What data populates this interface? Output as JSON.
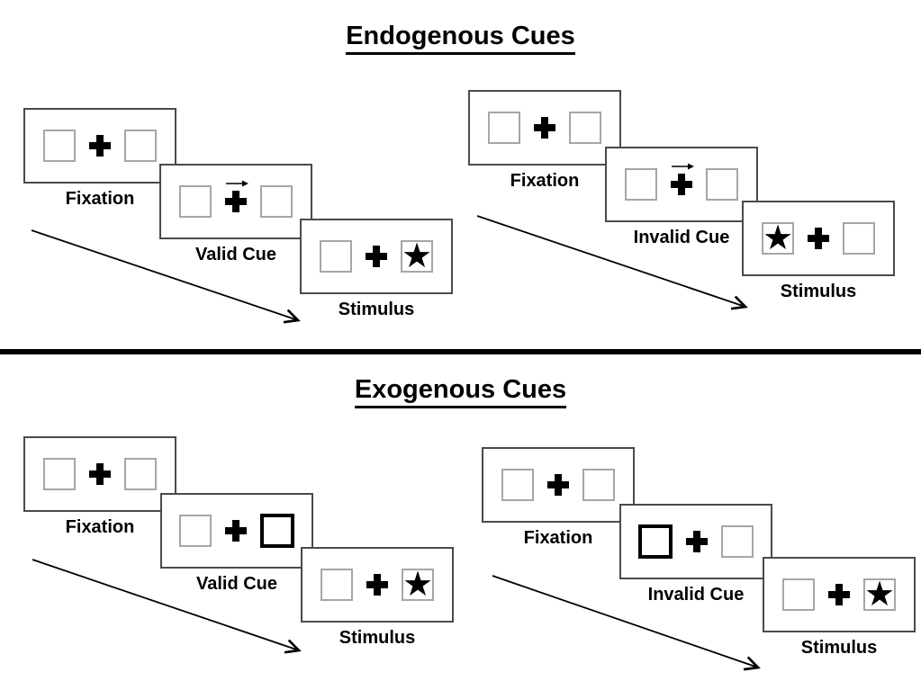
{
  "page": {
    "background": "#ffffff"
  },
  "colors": {
    "text": "#000000",
    "panel_border": "#4a4a4a",
    "box_border": "#a6a6a6",
    "highlight_border": "#000000",
    "divider": "#000000",
    "arrow": "#000000"
  },
  "glyphs": {
    "star": "★",
    "fixation_cross": "heavy-plus-cross",
    "cue_arrow": "thin-right-arrow",
    "sequence_arrow": "diagonal-down-right-arrow"
  },
  "sections": [
    {
      "title": "Endogenous Cues",
      "groups": [
        {
          "condition": "valid",
          "panels": [
            {
              "label": "Fixation",
              "left_box": "empty",
              "center": "cross",
              "right_box": "empty"
            },
            {
              "label": "Valid Cue",
              "left_box": "empty",
              "center": "cross-with-right-arrow",
              "right_box": "empty"
            },
            {
              "label": "Stimulus",
              "left_box": "empty",
              "center": "cross",
              "right_box": "star"
            }
          ]
        },
        {
          "condition": "invalid",
          "panels": [
            {
              "label": "Fixation",
              "left_box": "empty",
              "center": "cross",
              "right_box": "empty"
            },
            {
              "label": "Invalid Cue",
              "left_box": "empty",
              "center": "cross-with-right-arrow",
              "right_box": "empty"
            },
            {
              "label": "Stimulus",
              "left_box": "star",
              "center": "cross",
              "right_box": "empty"
            }
          ]
        }
      ]
    },
    {
      "title": "Exogenous Cues",
      "groups": [
        {
          "condition": "valid",
          "panels": [
            {
              "label": "Fixation",
              "left_box": "empty",
              "center": "cross",
              "right_box": "empty"
            },
            {
              "label": "Valid Cue",
              "left_box": "empty",
              "center": "cross",
              "right_box": "highlighted"
            },
            {
              "label": "Stimulus",
              "left_box": "empty",
              "center": "cross",
              "right_box": "star"
            }
          ]
        },
        {
          "condition": "invalid",
          "panels": [
            {
              "label": "Fixation",
              "left_box": "empty",
              "center": "cross",
              "right_box": "empty"
            },
            {
              "label": "Invalid Cue",
              "left_box": "highlighted",
              "center": "cross",
              "right_box": "empty"
            },
            {
              "label": "Stimulus",
              "left_box": "empty",
              "center": "cross",
              "right_box": "star"
            }
          ]
        }
      ]
    }
  ]
}
